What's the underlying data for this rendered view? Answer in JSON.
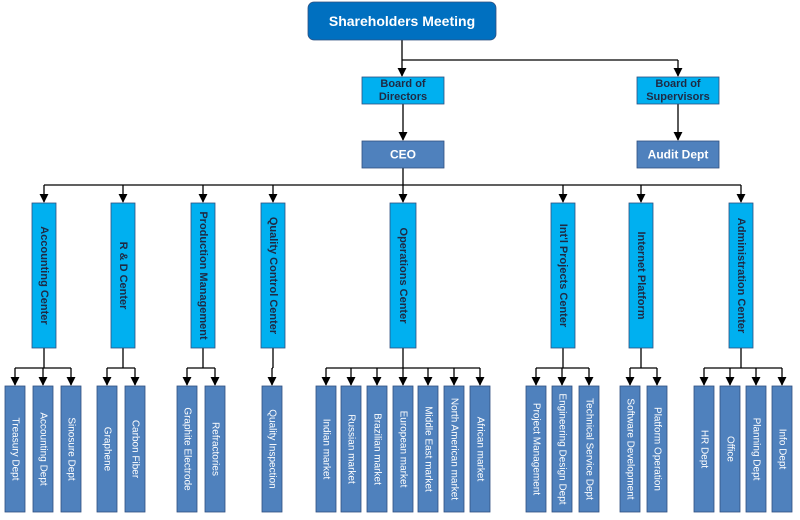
{
  "colors": {
    "top_fill": "#0070C0",
    "top_text": "#ffffff",
    "board_fill": "#00B0F0",
    "board_text": "#1F2A44",
    "exec_fill": "#4F81BD",
    "exec_text": "#ffffff",
    "center_fill": "#00B0F0",
    "center_text": "#1F2A44",
    "dept_fill": "#4F81BD",
    "dept_text": "#ffffff",
    "line": "#000000"
  },
  "top": {
    "label": "Shareholders Meeting"
  },
  "board_of_directors": {
    "label": "Board of Directors",
    "lines": [
      "Board of",
      "Directors"
    ]
  },
  "board_of_supervisors": {
    "label": "Board of Supervisors",
    "lines": [
      "Board of",
      "Supervisors"
    ]
  },
  "ceo": {
    "label": "CEO"
  },
  "audit": {
    "label": "Audit Dept"
  },
  "centers": [
    {
      "label": "Accounting Center",
      "departments": [
        "Treasury Dept",
        "Accounting Dept",
        "Sinosure Dept"
      ]
    },
    {
      "label": "R & D Center",
      "departments": [
        "Graphene",
        "Carbon Fiber"
      ]
    },
    {
      "label": "Production Management",
      "departments": [
        "Graphite Electrode",
        "Refractories"
      ]
    },
    {
      "label": "Quality Control Center",
      "departments": [
        "Quality Inspection"
      ]
    },
    {
      "label": "Operations Center",
      "departments": [
        "Indian market",
        "Russian market",
        "Brazilian market",
        "European market",
        "Middle East market",
        "North American market",
        "African market"
      ]
    },
    {
      "label": "Int'l Projects Center",
      "departments": [
        "Project Management",
        "Engineering Design Dept",
        "Technical Service Dept"
      ]
    },
    {
      "label": "Internet Platform",
      "departments": [
        "Software Development",
        "Platform Operation"
      ]
    },
    {
      "label": "Administration Center",
      "departments": [
        "HR Dept",
        "Office",
        "Planning Dept",
        "Info Dept"
      ]
    }
  ]
}
